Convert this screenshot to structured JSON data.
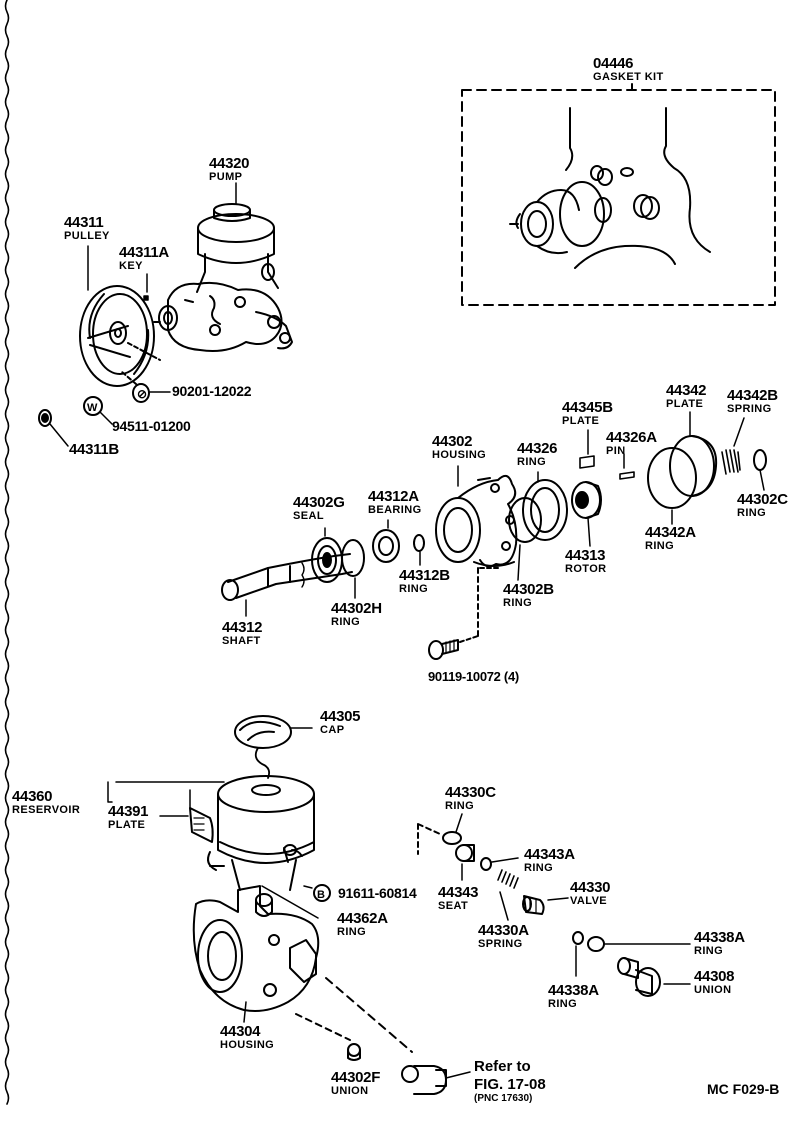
{
  "parts": {
    "gasket_kit": {
      "number": "04446",
      "name": "GASKET KIT"
    },
    "pump": {
      "number": "44320",
      "name": "PUMP"
    },
    "pulley": {
      "number": "44311",
      "name": "PULLEY"
    },
    "key": {
      "number": "44311A",
      "name": "KEY"
    },
    "nut": {
      "number": "90201-12022"
    },
    "washer": {
      "number": "94511-01200"
    },
    "pulley_nut": {
      "number": "44311B"
    },
    "plate_b": {
      "number": "44345B",
      "name": "PLATE"
    },
    "plate": {
      "number": "44342",
      "name": "PLATE"
    },
    "spring_b": {
      "number": "44342B",
      "name": "SPRING"
    },
    "housing_front": {
      "number": "44302",
      "name": "HOUSING"
    },
    "ring_26": {
      "number": "44326",
      "name": "RING"
    },
    "pin": {
      "number": "44326A",
      "name": "PIN"
    },
    "seal": {
      "number": "44302G",
      "name": "SEAL"
    },
    "bearing": {
      "number": "44312A",
      "name": "BEARING"
    },
    "ring_02c": {
      "number": "44302C",
      "name": "RING"
    },
    "ring_42a": {
      "number": "44342A",
      "name": "RING"
    },
    "rotor": {
      "number": "44313",
      "name": "ROTOR"
    },
    "ring_12b": {
      "number": "44312B",
      "name": "RING"
    },
    "ring_02b": {
      "number": "44302B",
      "name": "RING"
    },
    "ring_02h": {
      "number": "44302H",
      "name": "RING"
    },
    "shaft": {
      "number": "44312",
      "name": "SHAFT"
    },
    "bolt": {
      "number": "90119-10072 (4)"
    },
    "cap": {
      "number": "44305",
      "name": "CAP"
    },
    "reservoir": {
      "number": "44360",
      "name": "RESERVOIR"
    },
    "reservoir_plate": {
      "number": "44391",
      "name": "PLATE"
    },
    "ring_30c": {
      "number": "44330C",
      "name": "RING"
    },
    "ring_43a": {
      "number": "44343A",
      "name": "RING"
    },
    "seat": {
      "number": "44343",
      "name": "SEAT"
    },
    "valve": {
      "number": "44330",
      "name": "VALVE"
    },
    "bolt_b": {
      "number": "91611-60814"
    },
    "ring_62a": {
      "number": "44362A",
      "name": "RING"
    },
    "spring_30a": {
      "number": "44330A",
      "name": "SPRING"
    },
    "ring_38a_upper": {
      "number": "44338A",
      "name": "RING"
    },
    "union_08": {
      "number": "44308",
      "name": "UNION"
    },
    "ring_38a_lower": {
      "number": "44338A",
      "name": "RING"
    },
    "housing_rear": {
      "number": "44304",
      "name": "HOUSING"
    },
    "union_02f": {
      "number": "44302F",
      "name": "UNION"
    }
  },
  "refer": {
    "line1": "Refer to",
    "line2": "FIG. 17-08",
    "line3": "(PNC 17630)"
  },
  "markers": {
    "washer": "W",
    "nut": "⊘",
    "bolt": "B"
  },
  "figure_code": "MC  F029-B"
}
